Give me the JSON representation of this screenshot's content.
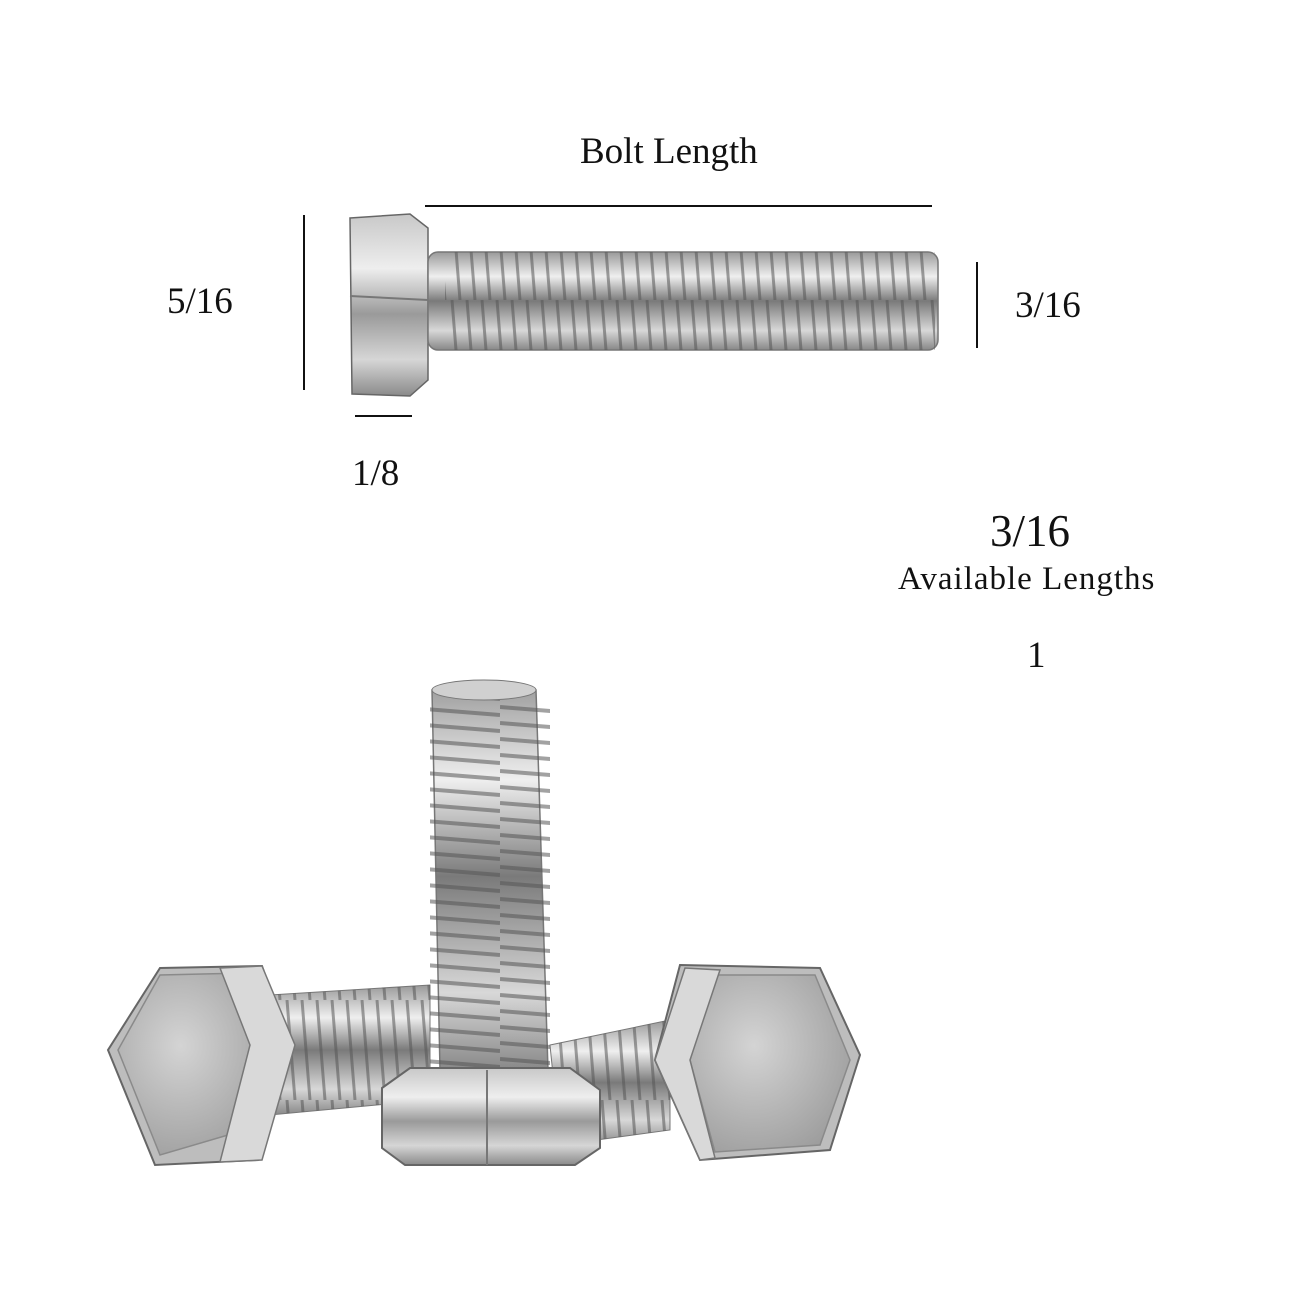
{
  "dimensions": {
    "bolt_length_label": "Bolt Length",
    "head_height": "5/16",
    "thread_diameter": "3/16",
    "head_thickness": "1/8"
  },
  "info": {
    "size": "3/16",
    "available_lengths_label": "Available Lengths",
    "lengths": [
      "1"
    ]
  },
  "colors": {
    "text": "#111111",
    "metal_light": "#e4e4e4",
    "metal_mid": "#a9a9a9",
    "metal_dark": "#555555"
  }
}
